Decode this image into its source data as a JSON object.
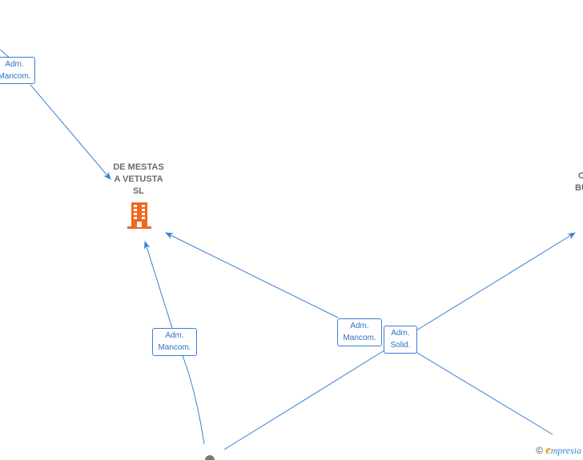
{
  "company_main": {
    "line1": "DE MESTAS",
    "line2": "A VETUSTA",
    "line3": "SL"
  },
  "company_right": {
    "line1": "C",
    "line2": "BU"
  },
  "roles": {
    "top_left": {
      "line1": "Adm.",
      "line2": "Mancom."
    },
    "bottom_left": {
      "line1": "Adm.",
      "line2": "Mancom."
    },
    "center": {
      "line1": "Adm.",
      "line2": "Mancom."
    },
    "center_right": {
      "line1": "Adm.",
      "line2": "Solid."
    }
  },
  "watermark": {
    "copyright": "©",
    "brand_e": "e",
    "brand_rest": "mpresia"
  },
  "colors": {
    "edge": "#3a7fd5",
    "company_icon": "#f26522",
    "label": "#6b6b6b"
  }
}
